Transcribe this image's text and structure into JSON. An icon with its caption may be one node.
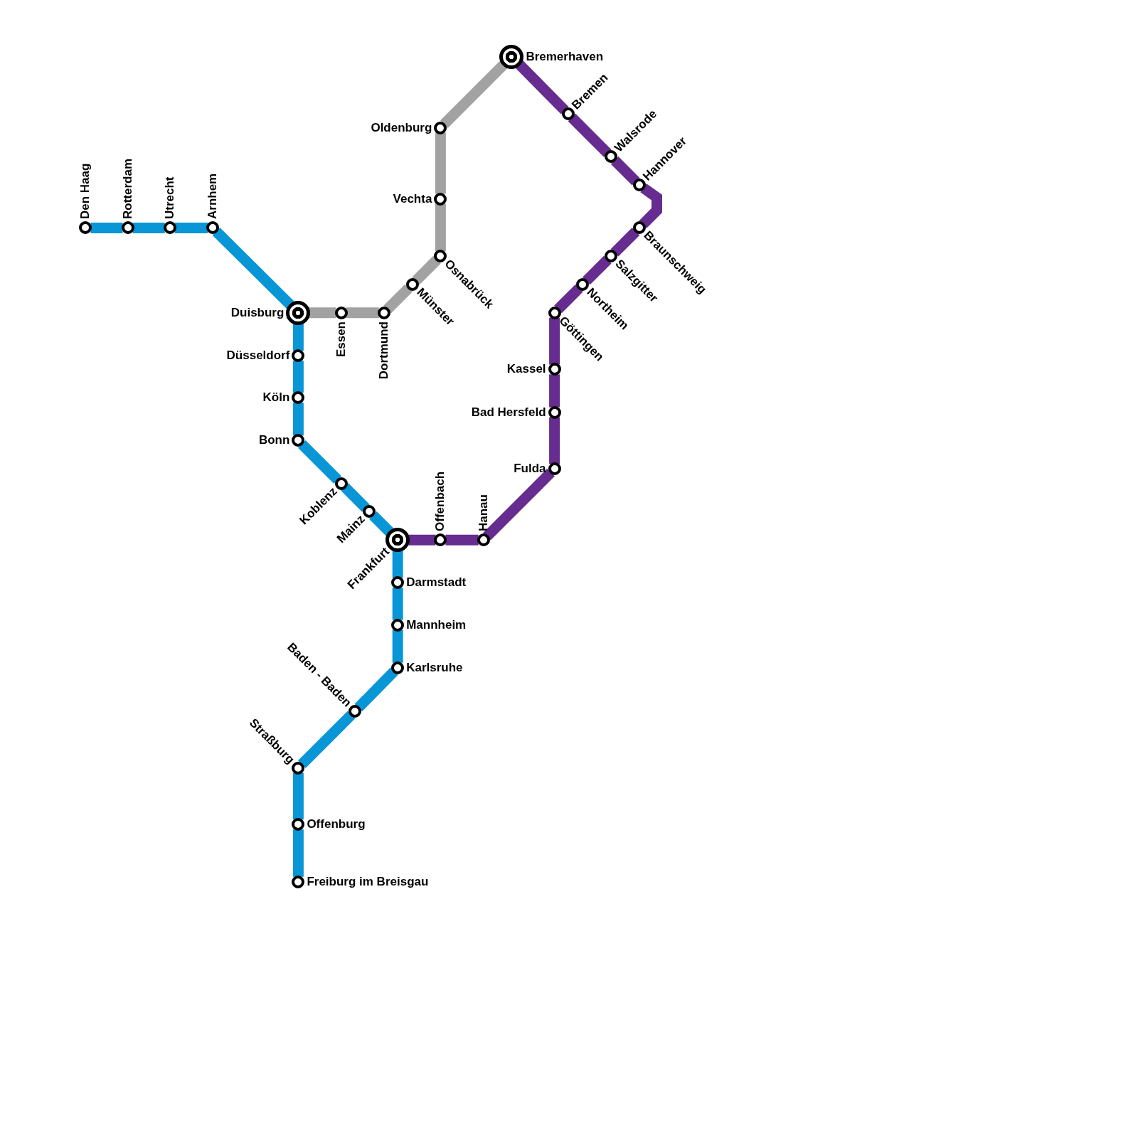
{
  "diagram": {
    "nodes": [
      {
        "text": [
          "Den Haag"
        ]
      },
      {
        "text": [
          "Rotterdam"
        ]
      },
      {
        "text": [
          "Utrecht"
        ]
      },
      {
        "text": [
          "Arnhem"
        ]
      },
      {
        "text": [
          "Duisburg"
        ]
      },
      {
        "text": [
          "Düsseldorf"
        ]
      },
      {
        "text": [
          "Köln"
        ]
      },
      {
        "text": [
          "Bonn"
        ]
      },
      {
        "text": [
          "Koblenz"
        ]
      },
      {
        "text": [
          "Mainz"
        ]
      },
      {
        "text": [
          "Frankfurt"
        ]
      },
      {
        "text": [
          "Darmstadt"
        ]
      },
      {
        "text": [
          "Mannheim"
        ]
      },
      {
        "text": [
          "Karlsruhe"
        ]
      },
      {
        "text": [
          "Baden - Baden"
        ]
      },
      {
        "text": [
          "Straßburg"
        ]
      },
      {
        "text": [
          "Offenburg"
        ]
      },
      {
        "text": [
          "Freiburg im Breisgau"
        ]
      },
      {
        "text": [
          "Essen"
        ]
      },
      {
        "text": [
          "Dortmund"
        ]
      },
      {
        "text": [
          "Münster"
        ]
      },
      {
        "text": [
          "Osnabrück"
        ]
      },
      {
        "text": [
          "Vechta"
        ]
      },
      {
        "text": [
          "Oldenburg"
        ]
      },
      {
        "text": [
          "Bremerhaven"
        ]
      },
      {
        "text": [
          "Offenbach"
        ]
      },
      {
        "text": [
          "Hanau"
        ]
      },
      {
        "text": [
          "Fulda"
        ]
      },
      {
        "text": [
          "Bad Hersfeld"
        ]
      },
      {
        "text": [
          "Kassel"
        ]
      },
      {
        "text": [
          "Göttingen"
        ]
      },
      {
        "text": [
          "Northeim"
        ]
      },
      {
        "text": [
          "Salzgitter"
        ]
      },
      {
        "text": [
          "Braunschweig"
        ]
      },
      {
        "text": [
          "Hannover"
        ]
      },
      {
        "text": [
          "Walsrode"
        ]
      },
      {
        "text": [
          "Bremen"
        ]
      }
    ],
    "edges": [
      {
        "from": 0,
        "to": 1,
        "arrow": "none",
        "color": "#0896d7"
      },
      {
        "from": 1,
        "to": 2,
        "arrow": "none",
        "color": "#0896d7"
      },
      {
        "from": 2,
        "to": 3,
        "arrow": "none",
        "color": "#0896d7"
      },
      {
        "from": 3,
        "to": 4,
        "arrow": "none",
        "color": "#0896d7"
      },
      {
        "from": 4,
        "to": 5,
        "arrow": "none",
        "color": "#0896d7"
      },
      {
        "from": 5,
        "to": 6,
        "arrow": "none",
        "color": "#0896d7"
      },
      {
        "from": 6,
        "to": 7,
        "arrow": "none",
        "color": "#0896d7"
      },
      {
        "from": 7,
        "to": 8,
        "arrow": "none",
        "color": "#0896d7"
      },
      {
        "from": 8,
        "to": 9,
        "arrow": "none",
        "color": "#0896d7"
      },
      {
        "from": 9,
        "to": 10,
        "arrow": "none",
        "color": "#0896d7"
      },
      {
        "from": 10,
        "to": 11,
        "arrow": "none",
        "color": "#0896d7"
      },
      {
        "from": 11,
        "to": 12,
        "arrow": "none",
        "color": "#0896d7"
      },
      {
        "from": 12,
        "to": 13,
        "arrow": "none",
        "color": "#0896d7"
      },
      {
        "from": 13,
        "to": 14,
        "arrow": "none",
        "color": "#0896d7"
      },
      {
        "from": 14,
        "to": 15,
        "arrow": "none",
        "color": "#0896d7"
      },
      {
        "from": 15,
        "to": 16,
        "arrow": "none",
        "color": "#0896d7"
      },
      {
        "from": 16,
        "to": 17,
        "arrow": "none",
        "color": "#0896d7"
      },
      {
        "from": 4,
        "to": 18,
        "arrow": "none",
        "color": "#a2a2a2"
      },
      {
        "from": 18,
        "to": 19,
        "arrow": "none",
        "color": "#a2a2a2"
      },
      {
        "from": 19,
        "to": 20,
        "arrow": "none",
        "color": "#a2a2a2"
      },
      {
        "from": 20,
        "to": 21,
        "arrow": "none",
        "color": "#a2a2a2"
      },
      {
        "from": 21,
        "to": 22,
        "arrow": "none",
        "color": "#a2a2a2"
      },
      {
        "from": 22,
        "to": 23,
        "arrow": "none",
        "color": "#a2a2a2"
      },
      {
        "from": 23,
        "to": 24,
        "arrow": "none",
        "color": "#a2a2a2"
      },
      {
        "from": 10,
        "to": 25,
        "arrow": "none",
        "color": "#662c90"
      },
      {
        "from": 25,
        "to": 26,
        "arrow": "none",
        "color": "#662c90"
      },
      {
        "from": 26,
        "to": 27,
        "arrow": "none",
        "color": "#662c90"
      },
      {
        "from": 27,
        "to": 28,
        "arrow": "none",
        "color": "#662c90"
      },
      {
        "from": 28,
        "to": 29,
        "arrow": "none",
        "color": "#662c90"
      },
      {
        "from": 29,
        "to": 30,
        "arrow": "none",
        "color": "#662c90"
      },
      {
        "from": 30,
        "to": 31,
        "arrow": "none",
        "color": "#662c90"
      },
      {
        "from": 31,
        "to": 32,
        "arrow": "none",
        "color": "#662c90"
      },
      {
        "from": 32,
        "to": 33,
        "arrow": "none",
        "color": "#662c90"
      },
      {
        "from": 33,
        "to": 34,
        "arrow": "none",
        "color": "#662c90"
      },
      {
        "from": 34,
        "to": 35,
        "arrow": "none",
        "color": "#662c90"
      },
      {
        "from": 35,
        "to": 36,
        "arrow": "none",
        "color": "#662c90"
      },
      {
        "from": 36,
        "to": 24,
        "arrow": "none",
        "color": "#662c90"
      }
    ]
  }
}
